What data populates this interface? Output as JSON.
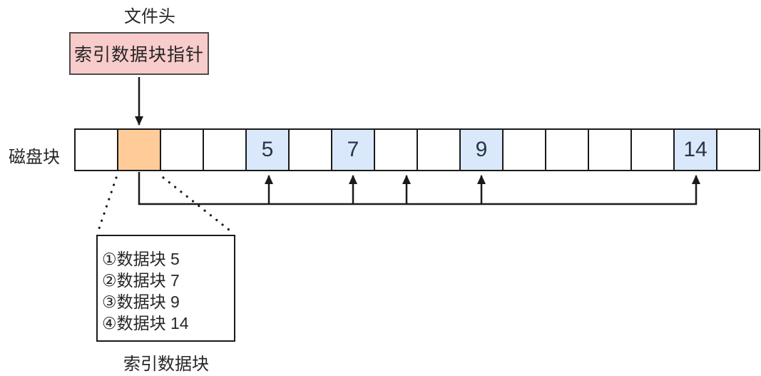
{
  "labels": {
    "file_header": "文件头"
  },
  "pointer_box": {
    "label": "索引数据块指针"
  },
  "disk_row": {
    "label": "磁盘块",
    "blocks": [
      {
        "type": "empty",
        "label": ""
      },
      {
        "type": "index",
        "label": ""
      },
      {
        "type": "empty",
        "label": ""
      },
      {
        "type": "empty",
        "label": ""
      },
      {
        "type": "data",
        "label": "5"
      },
      {
        "type": "empty",
        "label": ""
      },
      {
        "type": "data",
        "label": "7"
      },
      {
        "type": "empty",
        "label": ""
      },
      {
        "type": "empty",
        "label": ""
      },
      {
        "type": "data",
        "label": "9"
      },
      {
        "type": "empty",
        "label": ""
      },
      {
        "type": "empty",
        "label": ""
      },
      {
        "type": "empty",
        "label": ""
      },
      {
        "type": "empty",
        "label": ""
      },
      {
        "type": "data",
        "label": "14"
      },
      {
        "type": "empty",
        "label": ""
      }
    ]
  },
  "index_block": {
    "entries": [
      "①数据块 5",
      "②数据块 7",
      "③数据块 9",
      "④数据块 14"
    ],
    "caption": "索引数据块"
  },
  "colors": {
    "pointer_box_fill": "#F8CCCB",
    "index_block_fill": "#FFCC99",
    "data_block_fill": "#DAE8FC",
    "line_color": "#1a1a1a"
  }
}
